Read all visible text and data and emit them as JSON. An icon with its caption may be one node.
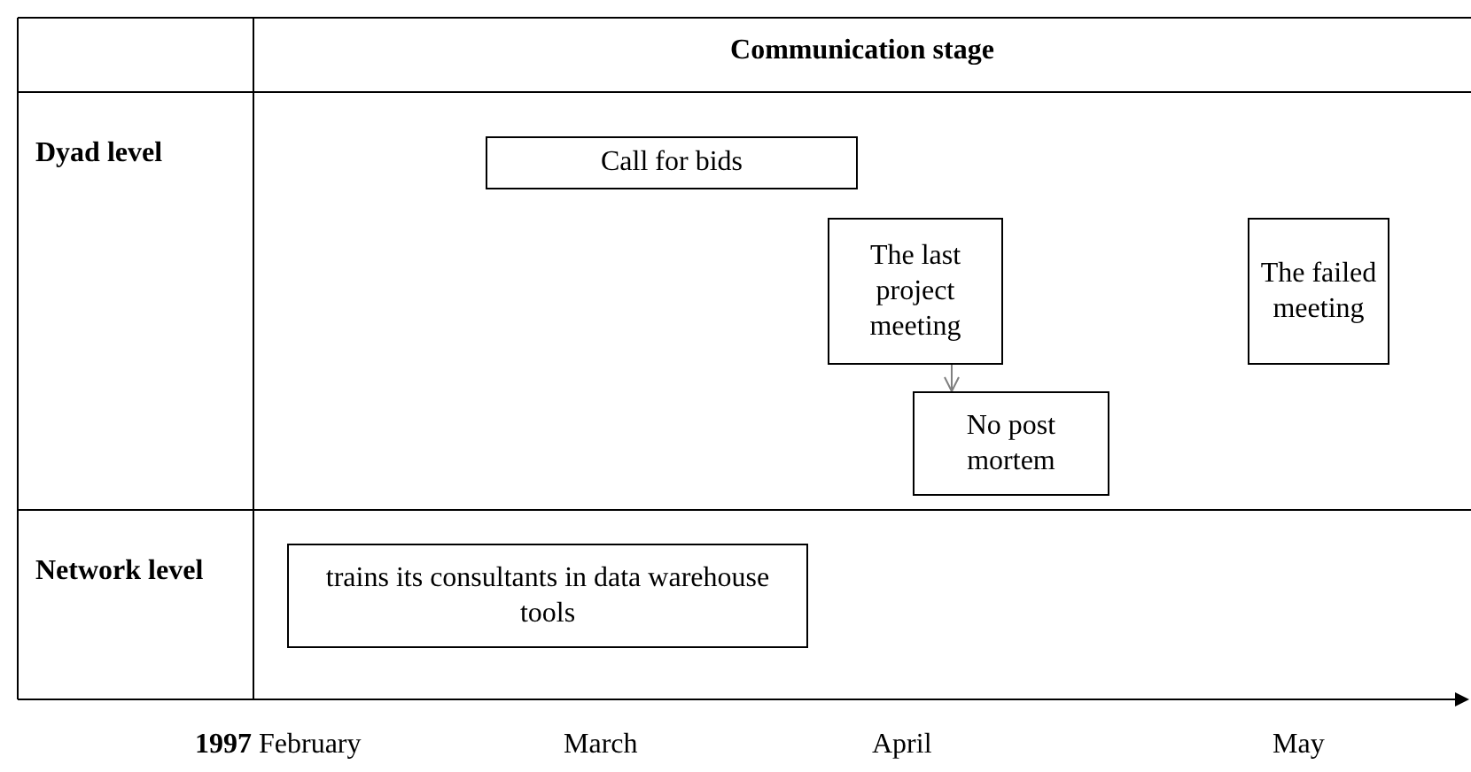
{
  "diagram": {
    "nodes": [
      {
        "text": [
          "Call for bids"
        ]
      },
      {
        "text": [
          "The last project meeting"
        ]
      },
      {
        "text": [
          "No post mortem"
        ]
      },
      {
        "text": [
          "The failed meeting"
        ]
      },
      {
        "text": [
          "trains its consultants in data warehouse tools"
        ]
      }
    ],
    "edges": [
      {
        "from": 1,
        "to": 2,
        "arrow": "to",
        "color": "#808080"
      }
    ],
    "labels": [
      "Communication stage",
      "Dyad level",
      "Network level",
      "1997",
      "February",
      "March",
      "April",
      "May"
    ]
  }
}
